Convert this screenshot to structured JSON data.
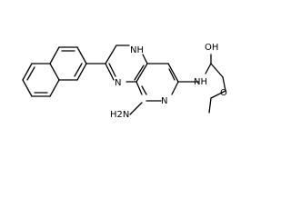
{
  "molecule": {
    "atoms": {
      "oh": "OH",
      "nh_carbamate": "NH",
      "o_ester": "O",
      "n_pyridine": "N",
      "nh2": "H2N",
      "nh_ring": "NH",
      "n_pyrazine": "N"
    }
  }
}
